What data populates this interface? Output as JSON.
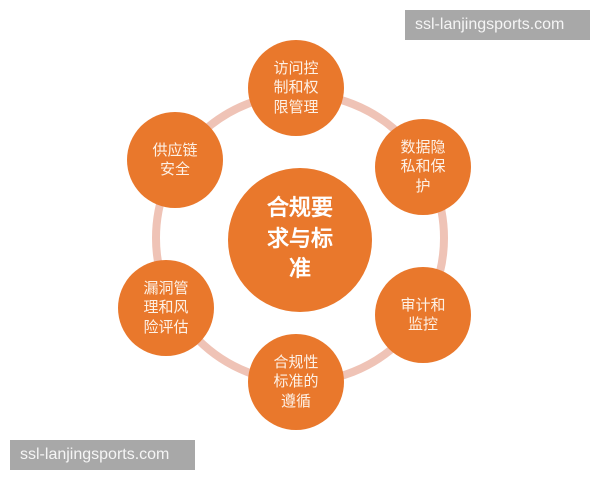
{
  "colors": {
    "node_fill": "#e9782c",
    "ring": "#efc3b6",
    "node_text": "#fdf1e6",
    "watermark_bg": "#a8a8a8",
    "watermark_text": "#f5f5f5"
  },
  "center": {
    "label": "合规要求与标准"
  },
  "nodes": [
    {
      "id": "top",
      "label": "访问控制和权限管理"
    },
    {
      "id": "top-right",
      "label": "数据隐私和保护"
    },
    {
      "id": "bottom-right",
      "label": "审计和监控"
    },
    {
      "id": "bottom",
      "label": "合规性标准的遵循"
    },
    {
      "id": "bottom-left",
      "label": "漏洞管理和风险评估"
    },
    {
      "id": "top-left",
      "label": "供应链安全"
    }
  ],
  "watermarks": {
    "top_right": "ssl-lanjingsports.com",
    "bottom_left": "ssl-lanjingsports.com"
  }
}
